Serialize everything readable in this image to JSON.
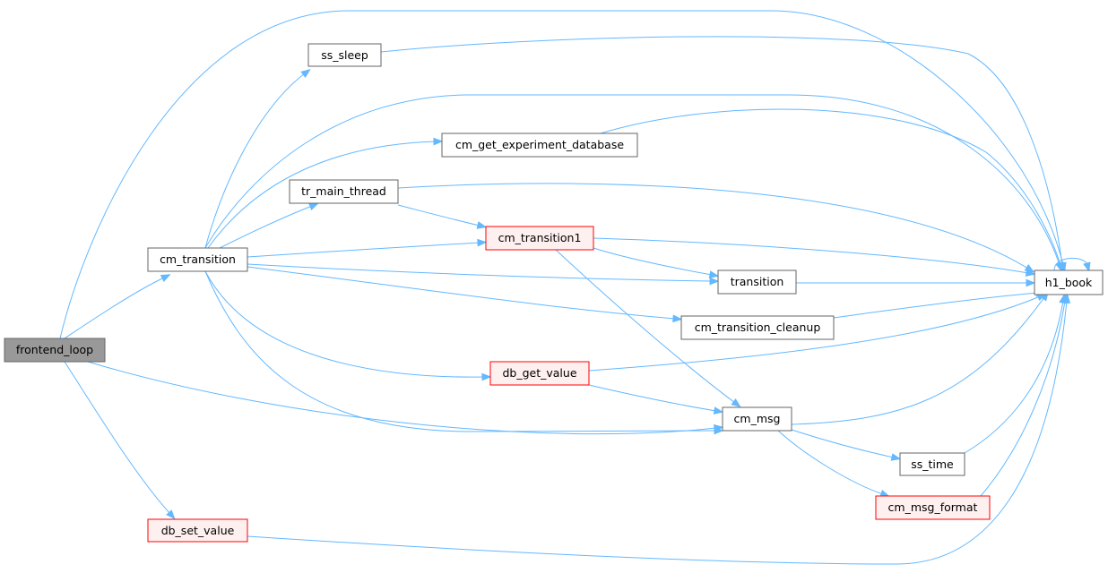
{
  "colors": {
    "edge": "#63b8ff",
    "root_fill": "#999999",
    "root_stroke": "#666666",
    "node_fill": "#ffffff",
    "node_stroke": "#666666",
    "incomplete_fill": "#fff0f0",
    "incomplete_stroke": "#ff0000"
  },
  "nodes": {
    "frontend_loop": {
      "label": "frontend_loop",
      "style": "root"
    },
    "cm_transition": {
      "label": "cm_transition",
      "style": "normal"
    },
    "db_set_value": {
      "label": "db_set_value",
      "style": "incomplete"
    },
    "ss_sleep": {
      "label": "ss_sleep",
      "style": "normal"
    },
    "cm_get_experiment_database": {
      "label": "cm_get_experiment_database",
      "style": "normal"
    },
    "tr_main_thread": {
      "label": "tr_main_thread",
      "style": "normal"
    },
    "cm_transition1": {
      "label": "cm_transition1",
      "style": "incomplete"
    },
    "transition": {
      "label": "transition",
      "style": "normal"
    },
    "cm_transition_cleanup": {
      "label": "cm_transition_cleanup",
      "style": "normal"
    },
    "db_get_value": {
      "label": "db_get_value",
      "style": "incomplete"
    },
    "cm_msg": {
      "label": "cm_msg",
      "style": "normal"
    },
    "ss_time": {
      "label": "ss_time",
      "style": "normal"
    },
    "cm_msg_format": {
      "label": "cm_msg_format",
      "style": "incomplete"
    },
    "h1_book": {
      "label": "h1_book",
      "style": "normal"
    }
  },
  "edges": [
    {
      "from": "frontend_loop",
      "to": "cm_transition"
    },
    {
      "from": "frontend_loop",
      "to": "h1_book"
    },
    {
      "from": "frontend_loop",
      "to": "cm_msg"
    },
    {
      "from": "frontend_loop",
      "to": "db_set_value"
    },
    {
      "from": "cm_transition",
      "to": "ss_sleep"
    },
    {
      "from": "cm_transition",
      "to": "h1_book"
    },
    {
      "from": "cm_transition",
      "to": "cm_get_experiment_database"
    },
    {
      "from": "cm_transition",
      "to": "tr_main_thread"
    },
    {
      "from": "cm_transition",
      "to": "cm_transition1"
    },
    {
      "from": "cm_transition",
      "to": "transition"
    },
    {
      "from": "cm_transition",
      "to": "cm_transition_cleanup"
    },
    {
      "from": "cm_transition",
      "to": "db_get_value"
    },
    {
      "from": "cm_transition",
      "to": "cm_msg"
    },
    {
      "from": "ss_sleep",
      "to": "h1_book"
    },
    {
      "from": "cm_get_experiment_database",
      "to": "h1_book"
    },
    {
      "from": "tr_main_thread",
      "to": "cm_transition1"
    },
    {
      "from": "tr_main_thread",
      "to": "h1_book"
    },
    {
      "from": "cm_transition1",
      "to": "transition"
    },
    {
      "from": "cm_transition1",
      "to": "h1_book"
    },
    {
      "from": "cm_transition1",
      "to": "cm_msg"
    },
    {
      "from": "transition",
      "to": "h1_book"
    },
    {
      "from": "cm_transition_cleanup",
      "to": "h1_book"
    },
    {
      "from": "db_get_value",
      "to": "h1_book"
    },
    {
      "from": "db_get_value",
      "to": "cm_msg"
    },
    {
      "from": "cm_msg",
      "to": "h1_book"
    },
    {
      "from": "cm_msg",
      "to": "ss_time"
    },
    {
      "from": "cm_msg",
      "to": "cm_msg_format"
    },
    {
      "from": "ss_time",
      "to": "h1_book"
    },
    {
      "from": "cm_msg_format",
      "to": "h1_book"
    },
    {
      "from": "db_set_value",
      "to": "h1_book"
    },
    {
      "from": "h1_book",
      "to": "h1_book"
    }
  ]
}
